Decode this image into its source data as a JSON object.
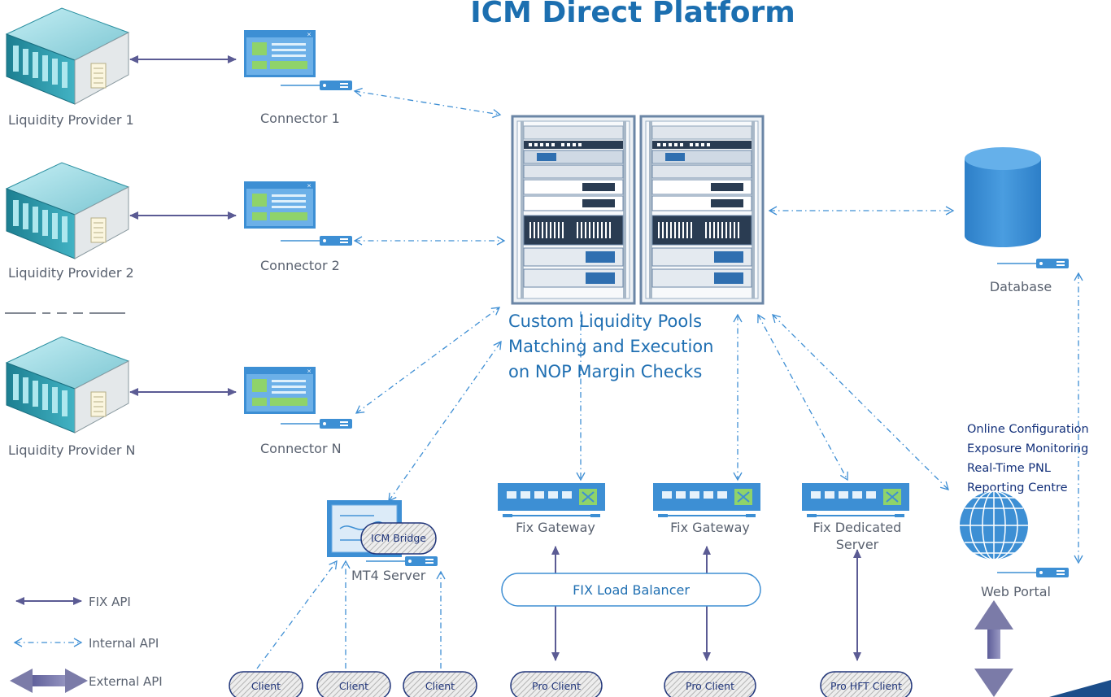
{
  "title": "ICM Direct Platform",
  "providers": [
    {
      "label": "Liquidity Provider 1",
      "icon": "server-rack-icon"
    },
    {
      "label": "Liquidity Provider 2",
      "icon": "server-rack-icon"
    },
    {
      "label": "Liquidity Provider N",
      "icon": "server-rack-icon"
    }
  ],
  "connectors": [
    {
      "label": "Connector 1"
    },
    {
      "label": "Connector 2"
    },
    {
      "label": "Connector N"
    }
  ],
  "core": {
    "line1": "Custom Liquidity Pools",
    "line2": "Matching and Execution",
    "line3": "on NOP Margin Checks"
  },
  "database": {
    "label": "Database"
  },
  "portal": {
    "features": [
      "Online Configuration",
      "Exposure Monitoring",
      "Real-Time PNL",
      "Reporting Centre"
    ],
    "label": "Web Portal"
  },
  "gateways": [
    {
      "label": "Fix Gateway"
    },
    {
      "label": "Fix Gateway"
    },
    {
      "label_line1": "Fix Dedicated",
      "label_line2": "Server"
    }
  ],
  "load_balancer": {
    "label": "FIX Load Balancer"
  },
  "mt4": {
    "label": "MT4 Server",
    "bridge": "ICM Bridge"
  },
  "clients": [
    "Client",
    "Client",
    "Client",
    "Pro Client",
    "Pro Client",
    "Pro HFT Client"
  ],
  "legend": {
    "fix": "FIX API",
    "internal": "Internal API",
    "external": "External API"
  },
  "colors": {
    "accent_blue": "#1c6fb0",
    "dashed_line": "#3f8fd4",
    "fix_line": "#5b5b94",
    "device_blue": "#3d8fd4"
  }
}
